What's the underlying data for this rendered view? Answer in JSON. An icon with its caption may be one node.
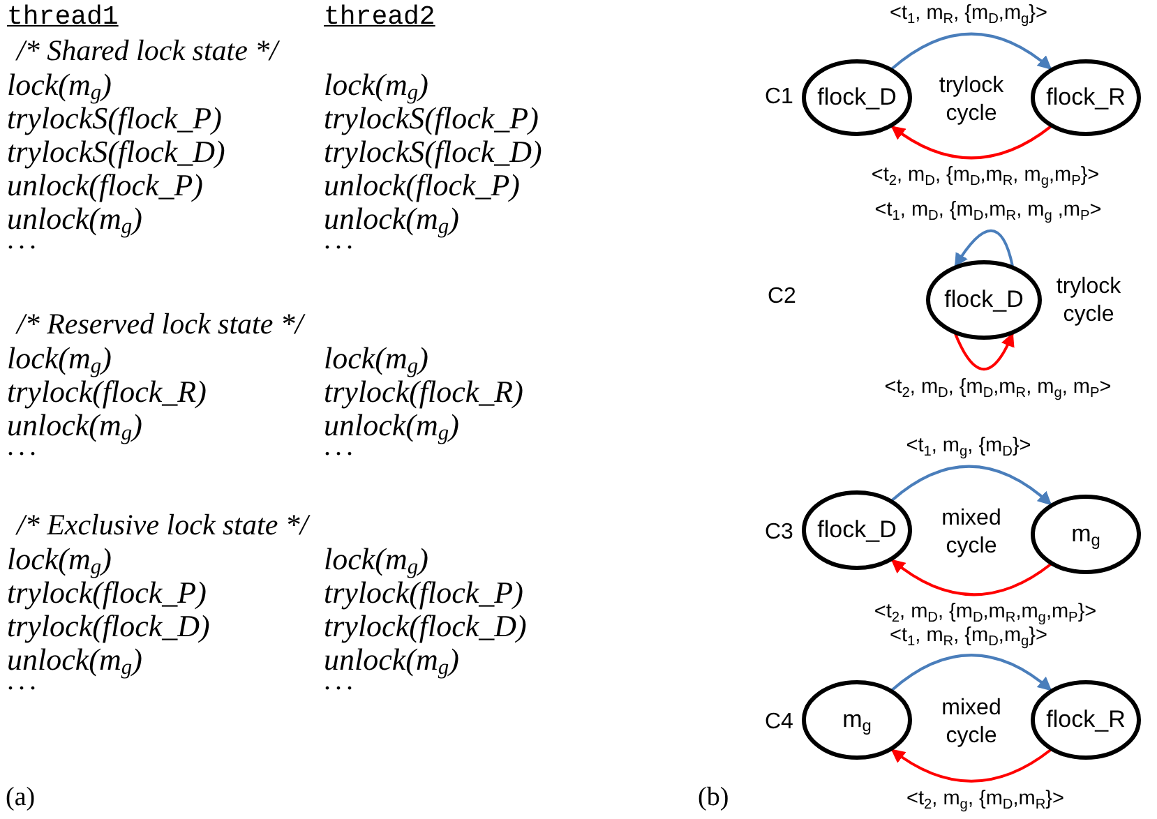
{
  "diagram": {
    "nodes": [
      {
        "text": [
          "flock_D"
        ]
      },
      {
        "text": [
          "flock_R"
        ]
      },
      {
        "text": [
          "flock_D"
        ]
      },
      {
        "text": [
          "flock_D"
        ]
      },
      {
        "text": [
          "m$_{g}$"
        ]
      },
      {
        "text": [
          "m$_{g}$"
        ]
      },
      {
        "text": [
          "flock_R"
        ]
      }
    ],
    "edges": [
      {
        "from": 0,
        "to": 1,
        "arrow": "to",
        "label": "<t$_{1}$, m$_{R}$, {m$_{D}$,m$_{g}$}>",
        "color": "#4a7ebb"
      },
      {
        "from": 1,
        "to": 0,
        "arrow": "to",
        "label": "<t$_{2}$, m$_{D}$, {m$_{D}$,m$_{R}$, m$_{g}$,m$_{P}$}>",
        "color": "#ff0000"
      },
      {
        "from": 2,
        "to": 2,
        "arrow": "to",
        "label": "<t$_{1}$, m$_{D}$, {m$_{D}$,m$_{R}$, m$_{g}$ ,m$_{P}$>",
        "color": "#4a7ebb"
      },
      {
        "from": 2,
        "to": 2,
        "arrow": "to",
        "label": "<t$_{2}$, m$_{D}$, {m$_{D}$,m$_{R}$, m$_{g}$, m$_{P}$>",
        "color": "#ff0000"
      },
      {
        "from": 3,
        "to": 4,
        "arrow": "to",
        "label": "<t$_{1}$, m$_{g}$, {m$_{D}$}>",
        "color": "#4a7ebb"
      },
      {
        "from": 4,
        "to": 3,
        "arrow": "to",
        "label": "<t$_{2}$, m$_{D}$, {m$_{D}$,m$_{R}$,m$_{g}$,m$_{P}$}>",
        "color": "#ff0000"
      },
      {
        "from": 5,
        "to": 6,
        "arrow": "to",
        "label": "<t$_{1}$, m$_{R}$, {m$_{D}$,m$_{g}$}>",
        "color": "#4a7ebb"
      },
      {
        "from": 6,
        "to": 5,
        "arrow": "to",
        "label": "<t$_{2}$, m$_{g}$, {m$_{D}$,m$_{R}$}>",
        "color": "#ff0000"
      }
    ],
    "labels": [
      "thread1",
      "thread2",
      "/* Shared lock state */",
      "lock(m$_{g}$)",
      "lock(m$_{g}$)",
      "trylockS(flock_P)",
      "trylockS(flock_P)",
      "trylockS(flock_D)",
      "trylockS(flock_D)",
      "unlock(flock_P)",
      "unlock(flock_P)",
      "unlock(m$_{g}$)",
      "unlock(m$_{g}$)",
      "...",
      "...",
      "/* Reserved lock state */",
      "lock(m$_{g}$)",
      "lock(m$_{g}$)",
      "trylock(flock_R)",
      "trylock(flock_R)",
      "unlock(m$_{g}$)",
      "unlock(m$_{g}$)",
      "...",
      "...",
      "/* Exclusive lock state */",
      "lock(m$_{g}$)",
      "lock(m$_{g}$)",
      "trylock(flock_P)",
      "trylock(flock_P)",
      "trylock(flock_D)",
      "trylock(flock_D)",
      "unlock(m$_{g}$)",
      "unlock(m$_{g}$)",
      "...",
      "...",
      "(a)",
      "(b)",
      "C1",
      "trylock cycle",
      "C2",
      "trylock cycle",
      "C3",
      "mixed cycle",
      "C4",
      "mixed cycle"
    ]
  }
}
